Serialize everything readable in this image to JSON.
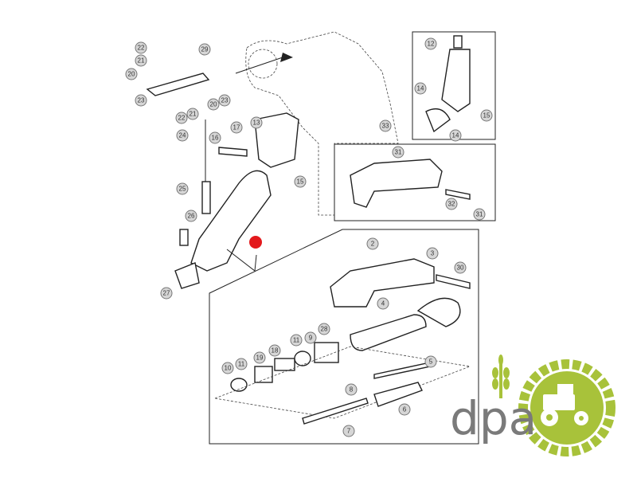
{
  "diagram": {
    "callouts": [
      "22",
      "21",
      "20",
      "29",
      "23",
      "22",
      "21",
      "20",
      "23",
      "24",
      "17",
      "16",
      "13",
      "15",
      "25",
      "26",
      "27",
      "12",
      "14",
      "15",
      "14",
      "33",
      "31",
      "32",
      "31",
      "2",
      "3",
      "30",
      "4",
      "28",
      "9",
      "11",
      "18",
      "19",
      "11",
      "10",
      "5",
      "8",
      "6",
      "7"
    ],
    "highlight_color": "#e3191c"
  },
  "logo": {
    "text": "dpa",
    "green": "#a8c23a",
    "grey": "#7a7a7a"
  }
}
